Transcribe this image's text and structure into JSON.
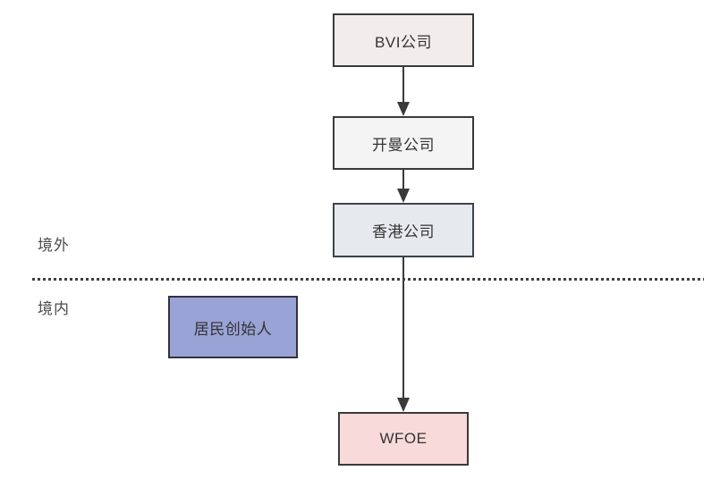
{
  "diagram": {
    "title": "red-chip-structure-flowchart",
    "boxes": {
      "bvi": {
        "label": "BVI公司"
      },
      "cayman": {
        "label": "开曼公司"
      },
      "hongkong": {
        "label": "香港公司"
      },
      "wfoe": {
        "label": "WFOE"
      },
      "founder": {
        "label": "居民创始人"
      }
    },
    "regions": {
      "offshore": {
        "label": "境外"
      },
      "onshore": {
        "label": "境内"
      }
    },
    "edges": [
      {
        "from": "bvi",
        "to": "cayman",
        "type": "arrow-down"
      },
      {
        "from": "cayman",
        "to": "hongkong",
        "type": "arrow-down"
      },
      {
        "from": "hongkong",
        "to": "wfoe",
        "type": "arrow-down"
      }
    ],
    "colors": {
      "bvi_fill": "#f3ecec",
      "cayman_fill": "#f4f4f4",
      "hongkong_fill": "#e6eaee",
      "wfoe_fill": "#f9dada",
      "founder_fill": "#99a3d6",
      "border": "#3a3a3a",
      "arrow": "#3a3a3a",
      "divider": "#3f3f3f",
      "label_text": "#4d4d4d",
      "box_text": "#333333"
    }
  }
}
